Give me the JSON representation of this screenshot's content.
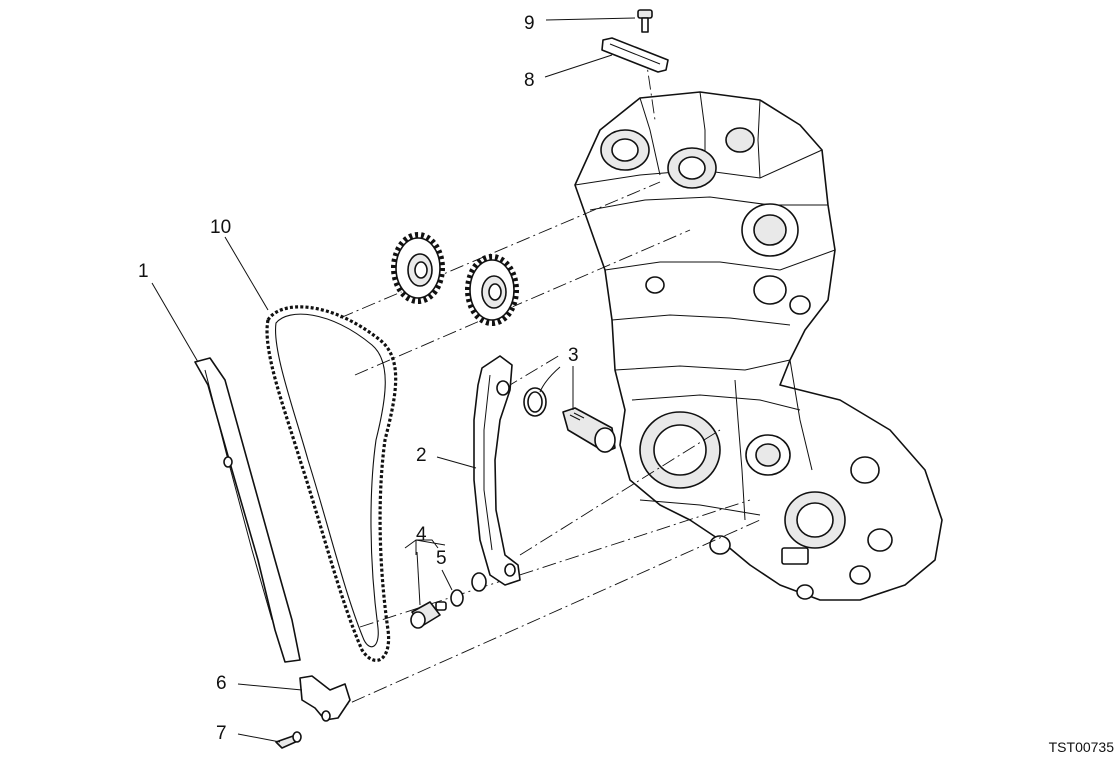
{
  "figure_code": "TST00735",
  "callouts": {
    "c1": "1",
    "c2": "2",
    "c3": "3",
    "c4": "4",
    "c5": "5",
    "c6": "6",
    "c7": "7",
    "c8": "8",
    "c9": "9",
    "c10": "10"
  }
}
